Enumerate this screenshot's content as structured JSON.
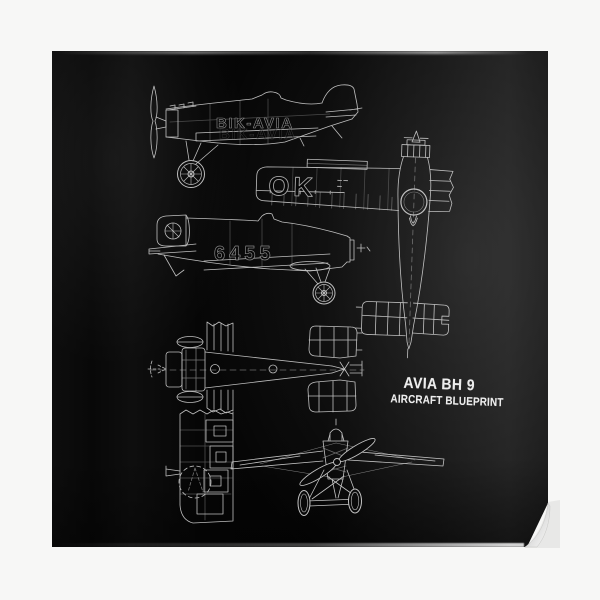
{
  "poster": {
    "title": "AVIA BH 9",
    "subtitle": "AIRCRAFT BLUEPRINT",
    "markings": {
      "wing_registration": "OK",
      "fuselage_registration_upper": "BIK-AVIA",
      "fuselage_registration_middle": "6455"
    },
    "colors": {
      "backdrop": "#f7f7f6",
      "paper": "#070707",
      "ink": "#dcdcdc",
      "title_text": "#ededed"
    }
  }
}
